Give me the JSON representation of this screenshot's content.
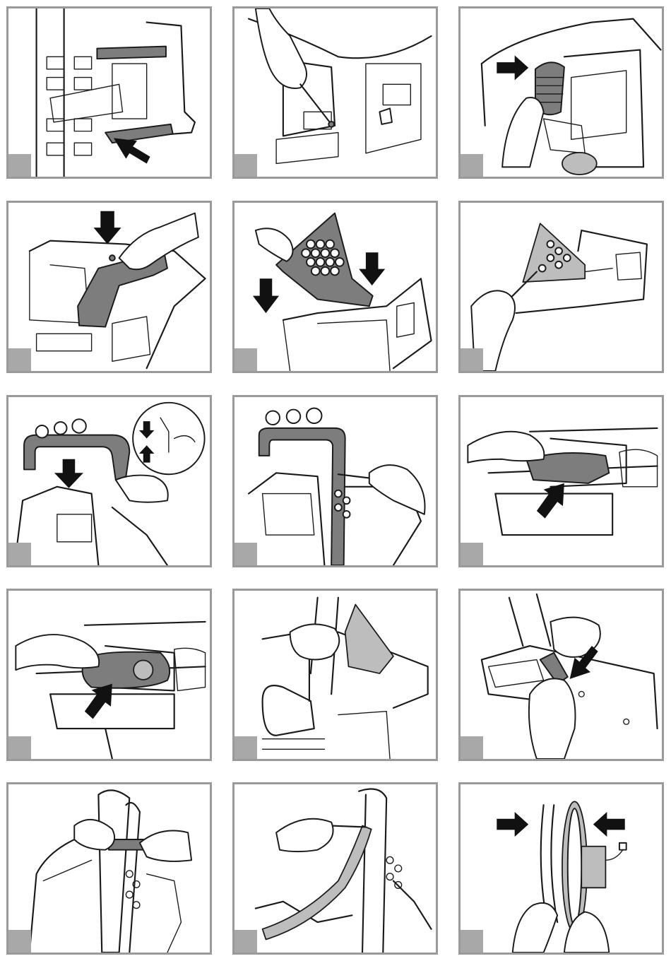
{
  "page": {
    "layout": "grid",
    "rows": 5,
    "columns": 3,
    "panel_border_color": "#9a9a9a",
    "step_tab_color": "#a8a8a8",
    "part_color": "#7d7d7d"
  },
  "steps": [
    {
      "part": "step-bar-bracket",
      "icons": [
        "pointing-arrow-icon"
      ]
    },
    {
      "part": "screwdriver",
      "icons": [
        "hand-icon",
        "screwdriver-icon"
      ]
    },
    {
      "part": "bellows-cover",
      "icons": [
        "pointing-arrow-icon",
        "hand-icon"
      ]
    },
    {
      "part": "side-panel",
      "icons": [
        "down-arrow-icon",
        "hand-icon"
      ]
    },
    {
      "part": "hex-mesh-panel",
      "icons": [
        "down-arrow-icon",
        "down-arrow-icon"
      ]
    },
    {
      "part": "hex-mesh-panel-screw",
      "icons": [
        "hand-icon",
        "screwdriver-icon"
      ]
    },
    {
      "part": "light-bar",
      "icons": [
        "down-arrow-icon",
        "connector-detail-icon"
      ]
    },
    {
      "part": "light-bar-screw",
      "icons": [
        "hand-icon",
        "screwdriver-icon"
      ]
    },
    {
      "part": "rear-light-cover",
      "icons": [
        "pointing-arrow-icon",
        "hand-icon"
      ]
    },
    {
      "part": "front-light-cover",
      "icons": [
        "pointing-arrow-icon",
        "hand-icon"
      ]
    },
    {
      "part": "seat-screw",
      "icons": [
        "hand-icon",
        "screwdriver-icon"
      ]
    },
    {
      "part": "steering-connector",
      "icons": [
        "pointing-arrow-icon",
        "hand-icon"
      ]
    },
    {
      "part": "seat-belt-buckle",
      "icons": [
        "hand-icon"
      ]
    },
    {
      "part": "seat-belt-strap",
      "icons": [
        "hand-icon",
        "screwdriver-icon"
      ]
    },
    {
      "part": "steering-wheel",
      "icons": [
        "pointing-arrow-icon",
        "pointing-arrow-icon"
      ]
    }
  ]
}
